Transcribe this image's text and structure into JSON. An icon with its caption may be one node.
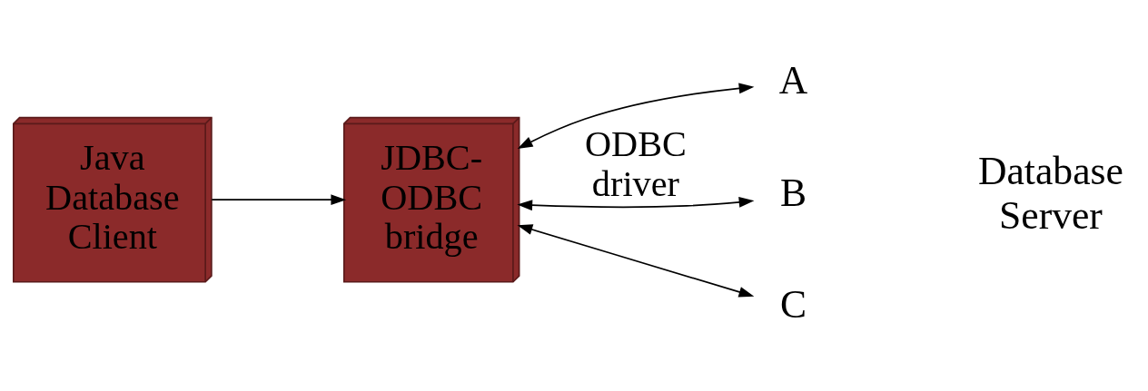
{
  "diagram": {
    "nodes": [
      {
        "text": [
          "Java Database Client"
        ]
      },
      {
        "text": [
          "JDBC- ODBC bridge"
        ]
      },
      {
        "text": [
          "A"
        ]
      },
      {
        "text": [
          "B"
        ]
      },
      {
        "text": [
          "C"
        ]
      }
    ],
    "edges": [
      {
        "from": 0,
        "to": 1,
        "arrow": "to"
      },
      {
        "from": 1,
        "to": 2,
        "arrow": "both"
      },
      {
        "from": 1,
        "to": 3,
        "arrow": "both",
        "label": "ODBC driver"
      },
      {
        "from": 1,
        "to": 4,
        "arrow": "both"
      }
    ],
    "labels": [
      "Database Server"
    ]
  }
}
